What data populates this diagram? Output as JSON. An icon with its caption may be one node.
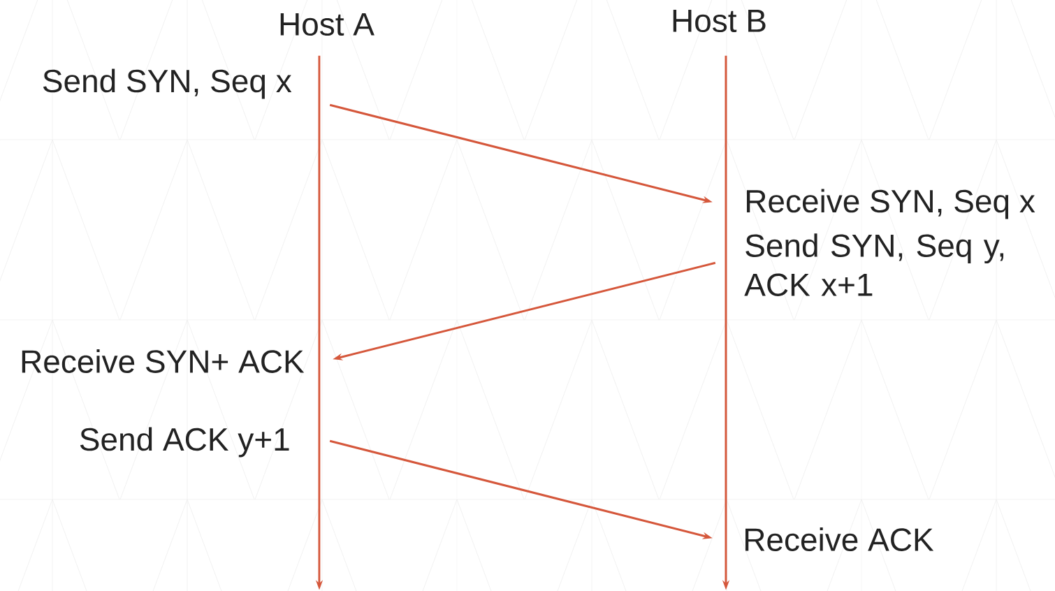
{
  "diagram": {
    "nodes": [
      {
        "text": [
          "Host A"
        ],
        "beside": [
          "Send SYN, Seq x",
          "Receive SYN+ ACK",
          "Send ACK y+1"
        ]
      },
      {
        "text": [
          "Host B"
        ],
        "beside": [
          "Receive SYN, Seq x",
          "Send SYN, Seq y, ACK x+1",
          "Receive ACK"
        ]
      }
    ],
    "edges": [
      {
        "from": 0,
        "to": 1,
        "arrow": "to"
      },
      {
        "from": 1,
        "to": 0,
        "arrow": "to"
      },
      {
        "from": 0,
        "to": 1,
        "arrow": "to"
      }
    ]
  }
}
